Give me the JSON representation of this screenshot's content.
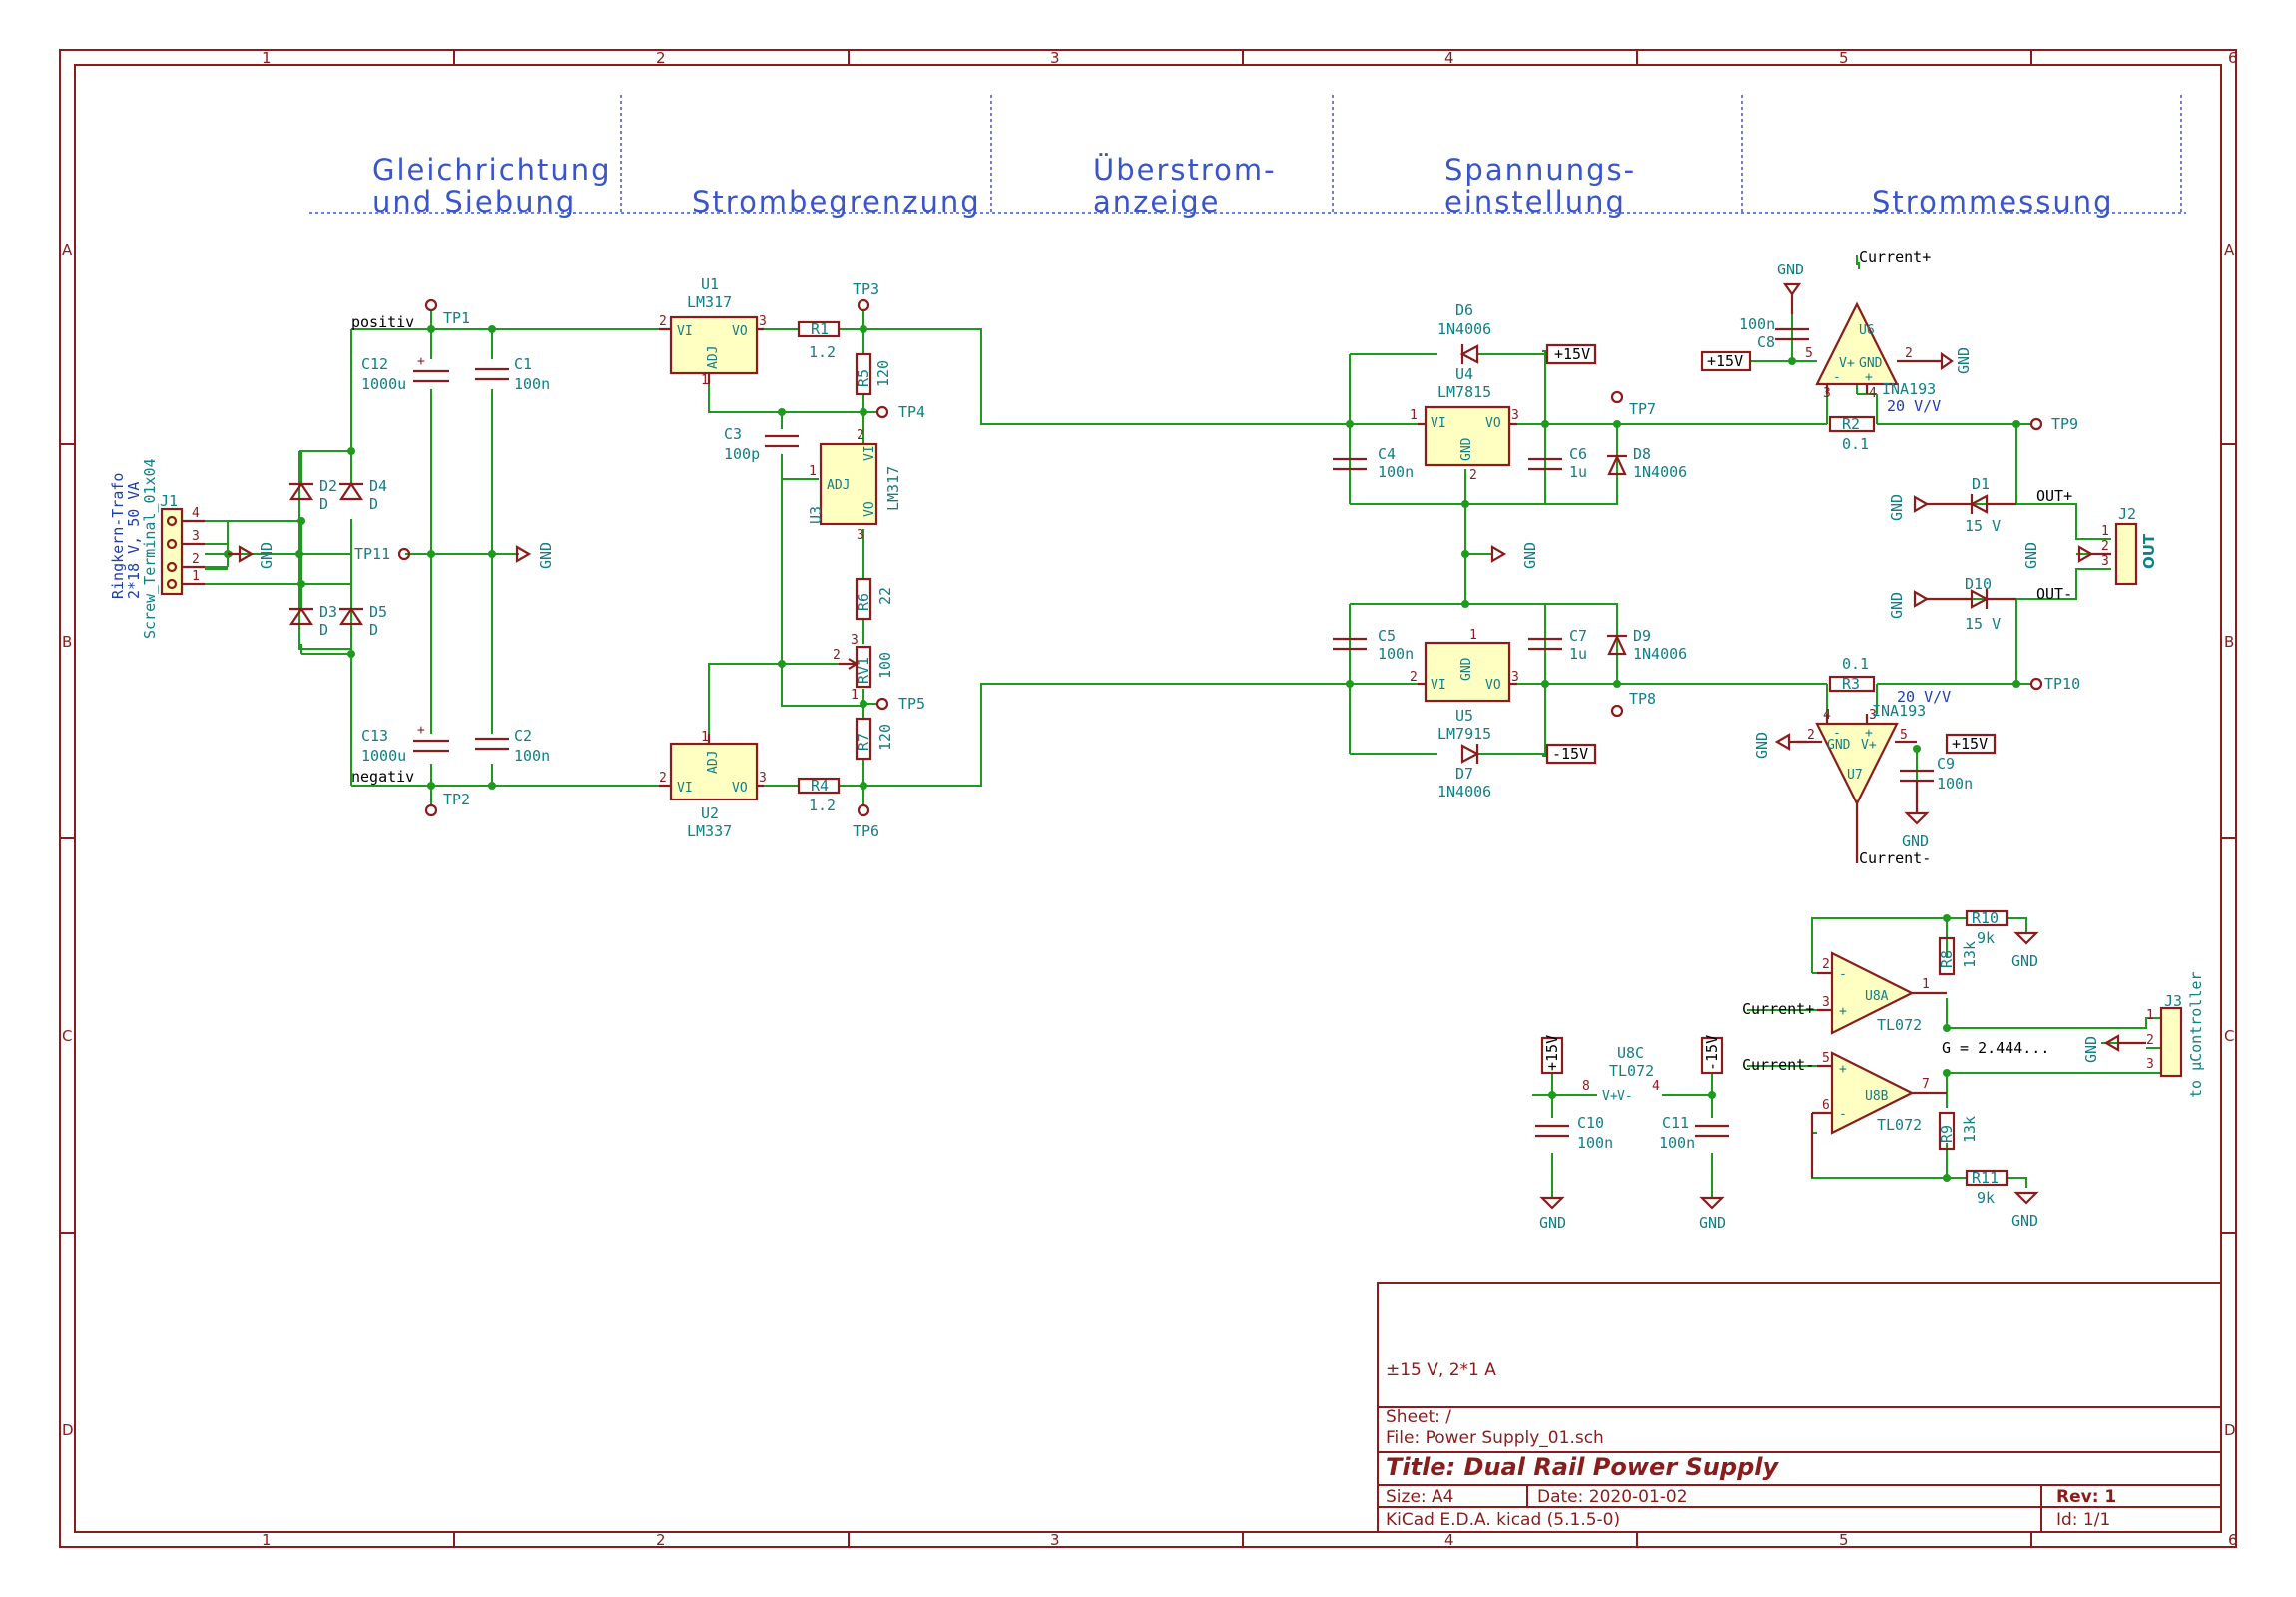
{
  "frame": {
    "columns": [
      "1",
      "2",
      "3",
      "4",
      "5",
      "6"
    ],
    "rows": [
      "A",
      "B",
      "C",
      "D"
    ]
  },
  "sections": [
    {
      "line1": "Gleichrichtung",
      "line2": "und Siebung"
    },
    {
      "line1": "",
      "line2": "Strombegrenzung"
    },
    {
      "line1": "Überstrom-",
      "line2": "anzeige"
    },
    {
      "line1": "Spannungs-",
      "line2": "einstellung"
    },
    {
      "line1": "",
      "line2": "Strommessung"
    }
  ],
  "nets": {
    "positiv": "positiv",
    "negativ": "negativ",
    "current_plus": "Current+",
    "current_minus": "Current-",
    "out_plus": "OUT+",
    "out_minus": "OUT-",
    "p15": "+15V",
    "m15": "-15V",
    "gnd": "GND",
    "gain": "G = 2.444...",
    "gain_u6": "20 V/V",
    "gain_u7": "20 V/V"
  },
  "components": {
    "J1": {
      "ref": "J1",
      "value": "Screw_Terminal_01x04",
      "desc1": "Ringkern-Trafo",
      "desc2": "2*18 V, 50 VA"
    },
    "J2": {
      "ref": "J2",
      "value": "OUT"
    },
    "J3": {
      "ref": "J3",
      "value": "to µController"
    },
    "D2": {
      "ref": "D2",
      "value": "D"
    },
    "D3": {
      "ref": "D3",
      "value": "D"
    },
    "D4": {
      "ref": "D4",
      "value": "D"
    },
    "D5": {
      "ref": "D5",
      "value": "D"
    },
    "C12": {
      "ref": "C12",
      "value": "1000u"
    },
    "C13": {
      "ref": "C13",
      "value": "1000u"
    },
    "C1": {
      "ref": "C1",
      "value": "100n"
    },
    "C2": {
      "ref": "C2",
      "value": "100n"
    },
    "U1": {
      "ref": "U1",
      "value": "LM317"
    },
    "U2": {
      "ref": "U2",
      "value": "LM337"
    },
    "U3": {
      "ref": "U3",
      "value": "LM317"
    },
    "R1": {
      "ref": "R1",
      "value": "1.2"
    },
    "R4": {
      "ref": "R4",
      "value": "1.2"
    },
    "R5": {
      "ref": "R5",
      "value": "120"
    },
    "R7": {
      "ref": "R7",
      "value": "120"
    },
    "R6": {
      "ref": "R6",
      "value": "22"
    },
    "RV1": {
      "ref": "RV1",
      "value": "100"
    },
    "C3": {
      "ref": "C3",
      "value": "100p"
    },
    "D6": {
      "ref": "D6",
      "value": "1N4006"
    },
    "D7": {
      "ref": "D7",
      "value": "1N4006"
    },
    "D8": {
      "ref": "D8",
      "value": "1N4006"
    },
    "D9": {
      "ref": "D9",
      "value": "1N4006"
    },
    "U4": {
      "ref": "U4",
      "value": "LM7815"
    },
    "U5": {
      "ref": "U5",
      "value": "LM7915"
    },
    "C4": {
      "ref": "C4",
      "value": "100n"
    },
    "C5": {
      "ref": "C5",
      "value": "100n"
    },
    "C6": {
      "ref": "C6",
      "value": "1u"
    },
    "C7": {
      "ref": "C7",
      "value": "1u"
    },
    "U6": {
      "ref": "U6",
      "value": "INA193"
    },
    "U7": {
      "ref": "U7",
      "value": "INA193"
    },
    "C8": {
      "ref": "C8",
      "value": "100n"
    },
    "C9": {
      "ref": "C9",
      "value": "100n"
    },
    "R2": {
      "ref": "R2",
      "value": "0.1"
    },
    "R3": {
      "ref": "R3",
      "value": "0.1"
    },
    "D1": {
      "ref": "D1",
      "value": "15 V"
    },
    "D10": {
      "ref": "D10",
      "value": "15 V"
    },
    "U8A": {
      "ref": "U8A",
      "value": "TL072"
    },
    "U8B": {
      "ref": "U8B",
      "value": "TL072"
    },
    "U8C": {
      "ref": "U8C",
      "value": "TL072"
    },
    "R8": {
      "ref": "R8",
      "value": "13k"
    },
    "R9": {
      "ref": "R9",
      "value": "13k"
    },
    "R10": {
      "ref": "R10",
      "value": "9k"
    },
    "R11": {
      "ref": "R11",
      "value": "9k"
    },
    "C10": {
      "ref": "C10",
      "value": "100n"
    },
    "C11": {
      "ref": "C11",
      "value": "100n"
    }
  },
  "testpoints": [
    "TP1",
    "TP2",
    "TP3",
    "TP4",
    "TP5",
    "TP6",
    "TP7",
    "TP8",
    "TP9",
    "TP10",
    "TP11"
  ],
  "title_block": {
    "comment": "±15 V, 2*1 A",
    "sheet": "Sheet: /",
    "file": "File: Power Supply_01.sch",
    "title": "Title: Dual Rail Power Supply",
    "size": "Size: A4",
    "date": "Date: 2020-01-02",
    "tool": "KiCad E.D.A.  kicad (5.1.5-0)",
    "rev": "Rev: 1",
    "id": "Id: 1/1"
  },
  "colors": {
    "frame": "#8a1c1c",
    "wire": "#1e9a1e",
    "text": "#117f86",
    "heading": "#3a55c8",
    "body": "#ffffc2"
  }
}
